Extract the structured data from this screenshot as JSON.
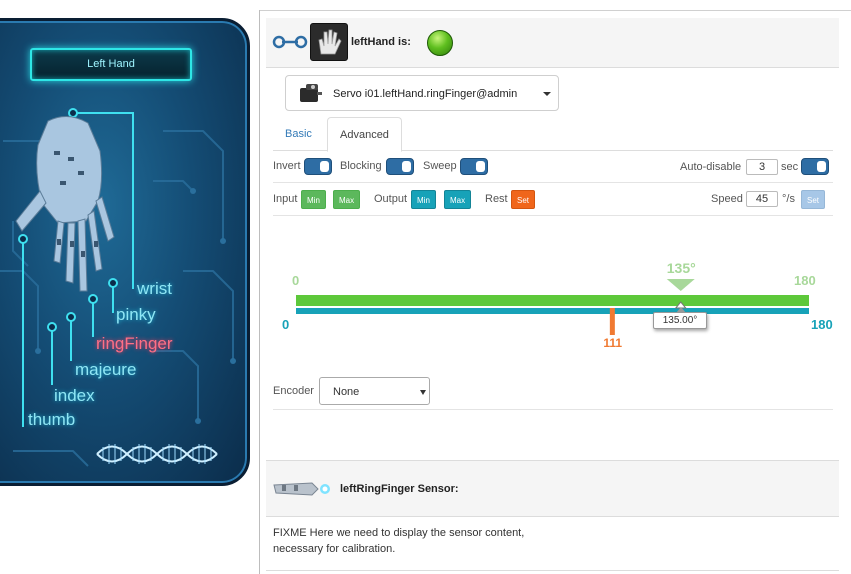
{
  "hand_panel": {
    "button_label": "Left Hand",
    "fingers": [
      "wrist",
      "pinky",
      "ringFinger",
      "majeure",
      "index",
      "thumb"
    ],
    "active_finger": "ringFinger",
    "colors": {
      "finger_label": "#8fe6f5",
      "active_finger": "#ff6f86",
      "glow": "#2ee6e6"
    }
  },
  "header": {
    "service_name": "leftHand is:",
    "status_color": "#5fbf1f"
  },
  "servo_select": {
    "value": "Servo  i01.leftHand.ringFinger@admin"
  },
  "tabs": [
    {
      "label": "Basic",
      "active": false
    },
    {
      "label": "Advanced",
      "active": true
    }
  ],
  "toggles": {
    "invert_label": "Invert",
    "blocking_label": "Blocking",
    "sweep_label": "Sweep",
    "auto_disable_label": "Auto-disable",
    "auto_disable_value": "3",
    "auto_disable_unit": "sec"
  },
  "limits": {
    "input_label": "Input",
    "output_label": "Output",
    "rest_label": "Rest",
    "min_label": "Min",
    "max_label": "Max",
    "set_label": "Set",
    "speed_label": "Speed",
    "speed_value": "45",
    "speed_unit": "°/s"
  },
  "slider": {
    "input_min": "0",
    "input_max": "180",
    "output_min": "0",
    "output_max": "180",
    "target_label": "135°",
    "target_value": 135,
    "current_label": "135.00°",
    "current_value": 135,
    "rest_label": "111",
    "rest_value": 111,
    "range": [
      0,
      180
    ],
    "colors": {
      "input_bar": "#5dc83a",
      "output_bar": "#17a2b8",
      "rest": "#f07a32",
      "target": "#a8d89a"
    }
  },
  "encoder": {
    "label": "Encoder",
    "value": "None"
  },
  "sensor": {
    "title": "leftRingFinger Sensor:",
    "body_line1": "FIXME Here we need to display the sensor content,",
    "body_line2": "necessary for calibration."
  }
}
